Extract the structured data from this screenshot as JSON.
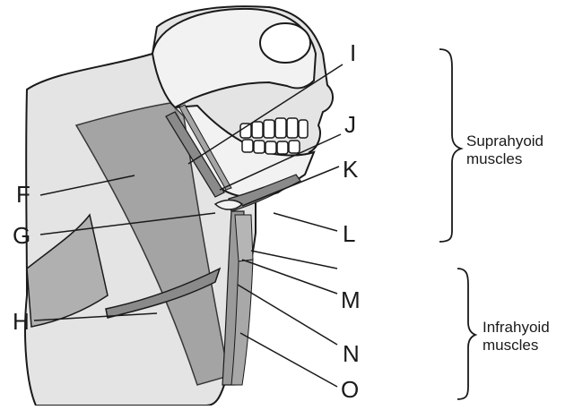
{
  "labels": {
    "F": "F",
    "G": "G",
    "H": "H",
    "I": "I",
    "J": "J",
    "K": "K",
    "L": "L",
    "M": "M",
    "N": "N",
    "O": "O"
  },
  "groups": {
    "suprahyoid": {
      "line1": "Suprahyoid",
      "line2": "muscles"
    },
    "infrahyoid": {
      "line1": "Infrahyoid",
      "line2": "muscles"
    }
  },
  "colors": {
    "ink": "#1a1a1a",
    "skin": "#e4e4e4",
    "muscle": "#9a9a9a",
    "bone": "#f2f2f2"
  }
}
